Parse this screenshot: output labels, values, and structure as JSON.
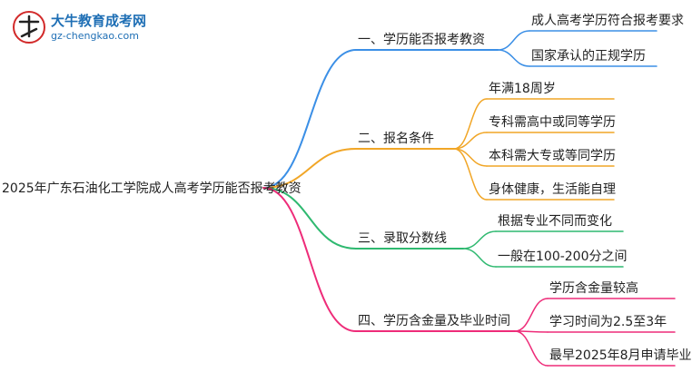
{
  "logo": {
    "title": "大牛教育成考网",
    "url": "gz-chengkao.com"
  },
  "root": "2025年广东石油化工学院成人高考学历能否报考教资",
  "branches": [
    {
      "label": "一、学历能否报考教资",
      "color": "#3b8fe6",
      "leaves": [
        "成人高考学历符合报考要求",
        "国家承认的正规学历"
      ]
    },
    {
      "label": "二、报名条件",
      "color": "#f1a627",
      "leaves": [
        "年满18周岁",
        "专科需高中或同等学历",
        "本科需大专或等同学历",
        "身体健康，生活能自理"
      ]
    },
    {
      "label": "三、录取分数线",
      "color": "#2fb970",
      "leaves": [
        "根据专业不同而变化",
        "一般在100-200分之间"
      ]
    },
    {
      "label": "四、学历含金量及毕业时间",
      "color": "#ee2c79",
      "leaves": [
        "学历含金量较高",
        "学习时间为2.5至3年",
        "最早2025年8月申请毕业"
      ]
    }
  ]
}
